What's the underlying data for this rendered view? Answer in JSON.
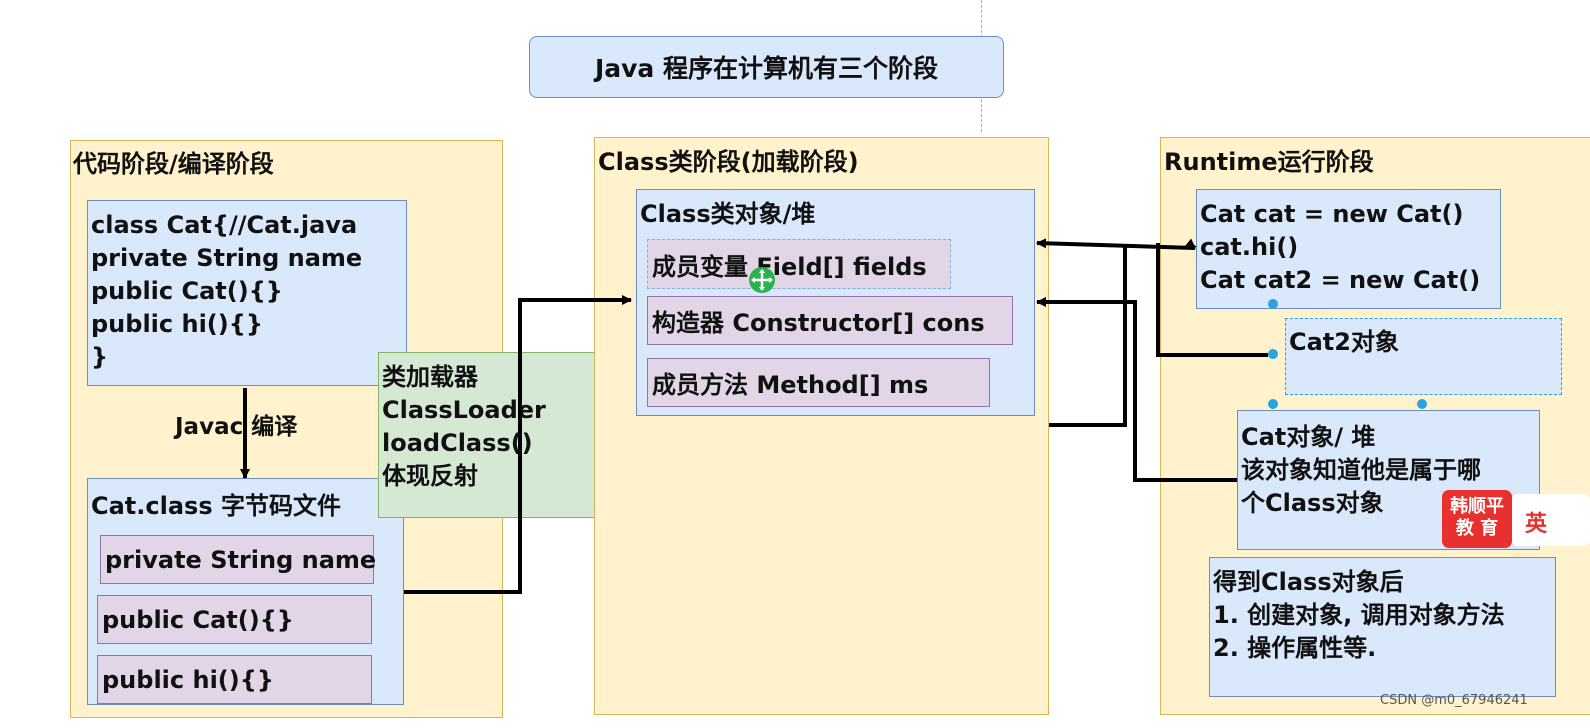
{
  "title": "Java 程序在计算机有三个阶段",
  "code_stage": {
    "label": "代码阶段/编译阶段",
    "source_lines": [
      "class Cat{//Cat.java",
      "private String name",
      "public Cat(){}",
      "public hi(){}",
      "}"
    ],
    "compile_label": "Javac 编译",
    "class_file_label": "Cat.class 字节码文件",
    "class_file_items": [
      "private String name",
      "public Cat(){}",
      "public hi(){}"
    ]
  },
  "classloader": {
    "lines": [
      "类加载器",
      "ClassLoader",
      "loadClass()",
      "体现反射"
    ]
  },
  "class_stage": {
    "label": "Class类阶段(加载阶段)",
    "object_label": "Class类对象/堆",
    "items": [
      "成员变量 Field[] fields",
      "构造器 Constructor[] cons",
      "成员方法 Method[] ms"
    ]
  },
  "runtime_stage": {
    "label": "Runtime运行阶段",
    "code_lines": [
      "Cat cat = new Cat()",
      "cat.hi()",
      "Cat cat2 = new Cat()"
    ],
    "cat2_label": "Cat2对象",
    "cat_object_lines": [
      "Cat对象/ 堆",
      "该对象知道他是属于哪",
      "个Class对象"
    ],
    "after_lines": [
      "得到Class对象后",
      "1. 创建对象, 调用对象方法",
      "2. 操作属性等."
    ]
  },
  "badge": {
    "text_line1": "韩顺平",
    "text_line2": "教 育",
    "side_text": "英"
  },
  "watermark": "CSDN @m0_67946241",
  "colors": {
    "stage_fill": "#fff2cc",
    "blue_fill": "#dae8fc",
    "purple_fill": "#e1d5e7",
    "green_fill": "#d5e8d4",
    "badge_red": "#e8312f",
    "selection_blue": "#29a3e0"
  }
}
